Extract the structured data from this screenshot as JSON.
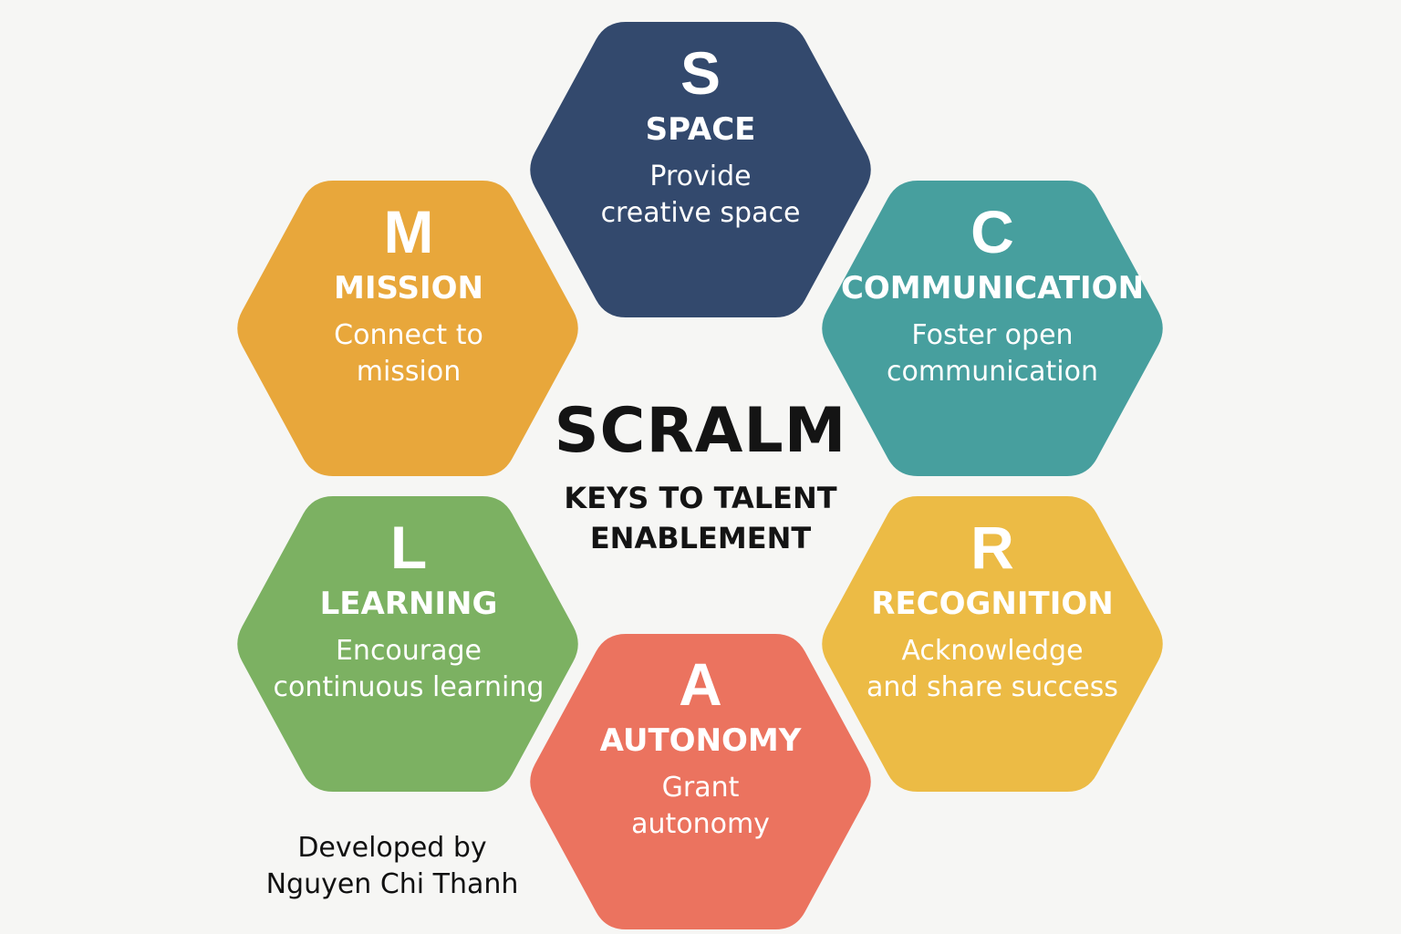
{
  "colors": {
    "background": "#f6f6f4",
    "space": "#33496d",
    "communication": "#479f9e",
    "recognition": "#ecbb45",
    "autonomy": "#eb735f",
    "learning": "#7cb162",
    "mission": "#e8a73b",
    "text_light": "#ffffff",
    "text_dark": "#141414"
  },
  "center": {
    "title": "SCRALM",
    "subtitle": "KEYS TO TALENT\nENABLEMENT"
  },
  "hexagons": [
    {
      "key": "space",
      "letter": "S",
      "title": "SPACE",
      "description": "Provide\ncreative space",
      "color": "#33496d"
    },
    {
      "key": "communication",
      "letter": "C",
      "title": "COMMUNICATION",
      "description": "Foster open\ncommunication",
      "color": "#479f9e"
    },
    {
      "key": "recognition",
      "letter": "R",
      "title": "RECOGNITION",
      "description": "Acknowledge\nand share success",
      "color": "#ecbb45"
    },
    {
      "key": "autonomy",
      "letter": "A",
      "title": "AUTONOMY",
      "description": "Grant\nautonomy",
      "color": "#eb735f"
    },
    {
      "key": "learning",
      "letter": "L",
      "title": "LEARNING",
      "description": "Encourage\ncontinuous learning",
      "color": "#7cb162"
    },
    {
      "key": "mission",
      "letter": "M",
      "title": "MISSION",
      "description": "Connect to\nmission",
      "color": "#e8a73b"
    }
  ],
  "credit": {
    "text": "Developed by\nNguyen Chi Thanh"
  }
}
